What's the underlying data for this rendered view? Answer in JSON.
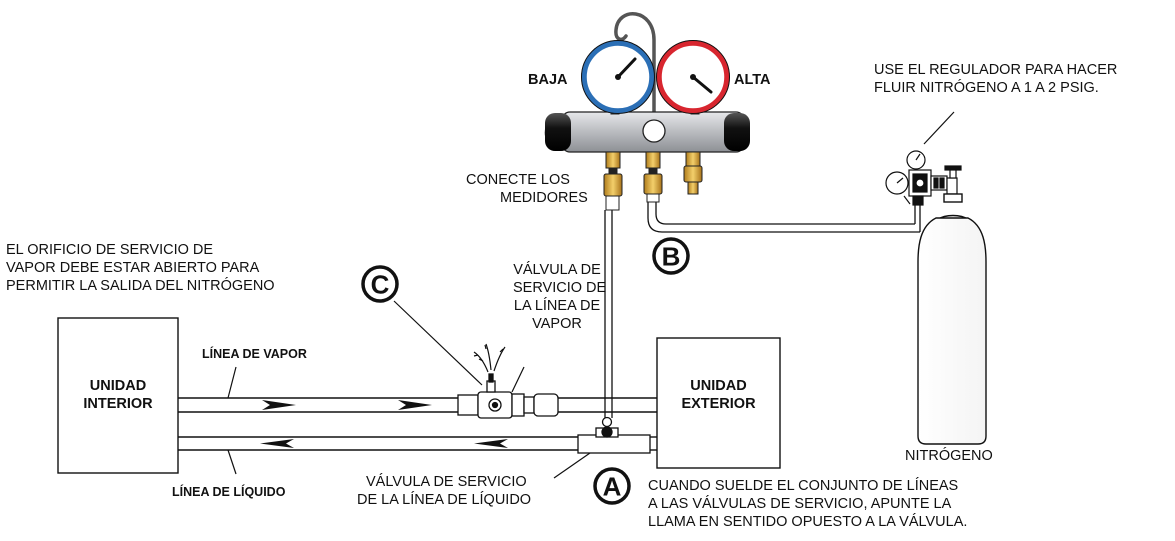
{
  "labels": {
    "baja": "BAJA",
    "alta": "ALTA",
    "regulator_note_1": "USE EL REGULADOR PARA HACER",
    "regulator_note_2": "FLUIR NITRÓGENO A 1 A 2 PSIG.",
    "connect_gauges_1": "CONECTE LOS",
    "connect_gauges_2": "MEDIDORES",
    "vapor_port_note_1": "EL ORIFICIO DE SERVICIO DE",
    "vapor_port_note_2": "VAPOR DEBE ESTAR ABIERTO PARA",
    "vapor_port_note_3": "PERMITIR LA SALIDA DEL NITRÓGENO",
    "vapor_valve_1": "VÁLVULA DE",
    "vapor_valve_2": "SERVICIO DE",
    "vapor_valve_3": "LA LÍNEA DE",
    "vapor_valve_4": "VAPOR",
    "vapor_line": "LÍNEA DE VAPOR",
    "indoor_unit_1": "UNIDAD",
    "indoor_unit_2": "INTERIOR",
    "outdoor_unit_1": "UNIDAD",
    "outdoor_unit_2": "EXTERIOR",
    "liquid_valve_1": "VÁLVULA DE SERVICIO",
    "liquid_valve_2": "DE LA LÍNEA DE LÍQUIDO",
    "liquid_line": "LÍNEA DE LÍQUIDO",
    "nitrogen": "NITRÓGENO",
    "braze_note_1": "CUANDO SUELDE EL CONJUNTO DE LÍNEAS",
    "braze_note_2": "A LAS VÁLVULAS DE SERVICIO, APUNTE LA",
    "braze_note_3": "LLAMA EN SENTIDO OPUESTO A LA VÁLVULA."
  },
  "markers": {
    "a": "A",
    "b": "B",
    "c": "C"
  },
  "colors": {
    "low_gauge": "#2b6fb6",
    "high_gauge": "#d8262f",
    "manifold_body": "#c8c9cc",
    "brass": "#e2b24a",
    "line": "#111111"
  }
}
